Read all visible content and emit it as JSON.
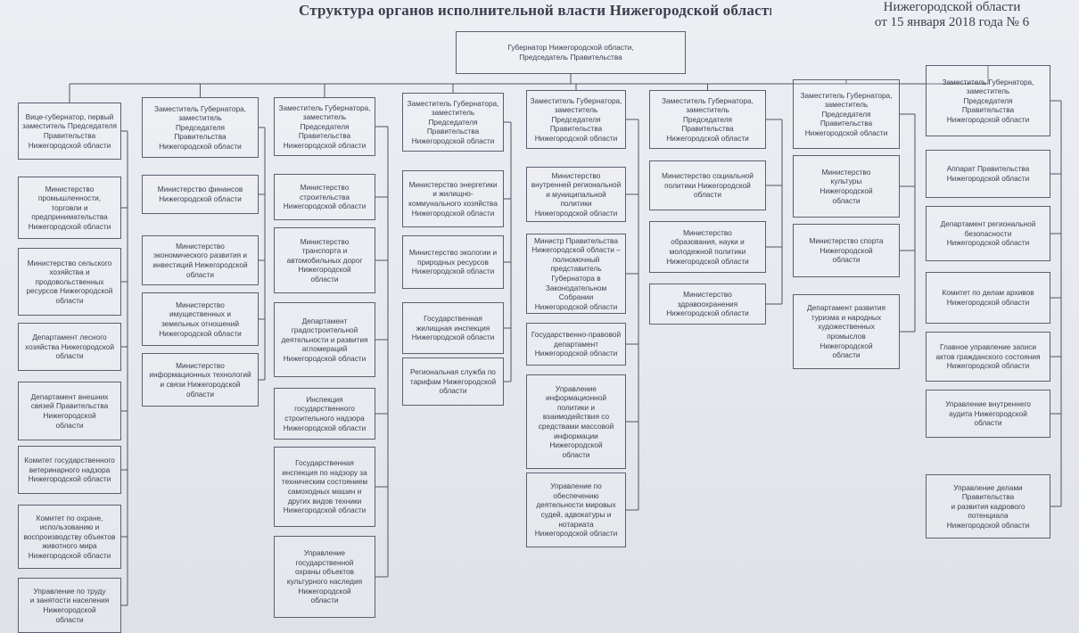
{
  "document": {
    "title": "Структура органов исполнительной власти Нижегородской области",
    "decree_line1": "Нижегородской области",
    "decree_line2": "от 15 января 2018 года № 6"
  },
  "governor": "Губернатор Нижегородской области,\nПредседатель Правительства",
  "columns": [
    {
      "head": "Вице-губернатор, первый\nзаместитель Председателя\nПравительства\nНижегородской области",
      "items": [
        "Министерство\nпромышленности,\nторговли и\nпредпринимательства\nНижегородской области",
        "Министерство сельского\nхозяйства и\nпродовольственных\nресурсов Нижегородской\nобласти",
        "Департамент лесного\nхозяйства Нижегородской\nобласти",
        "Департамент внешних\nсвязей Правительства\nНижегородской\nобласти",
        "Комитет государственного\nветеринарного надзора\nНижегородской области",
        "Комитет по охране,\nиспользованию и\nвоспроизводству объектов\nживотного мира\nНижегородской области",
        "Управление по труду\nи занятости населения\nНижегородской\nобласти"
      ]
    },
    {
      "head": "Заместитель Губернатора,\nзаместитель\nПредседателя\nПравительства\nНижегородской области",
      "items": [
        "Министерство финансов\nНижегородской области",
        "Министерство\nэкономического развития и\nинвестиций Нижегородской\nобласти",
        "Министерство\nимущественных и\nземельных отношений\nНижегородской области",
        "Министерство\nинформационных технологий\nи связи Нижегородской\nобласти"
      ]
    },
    {
      "head": "Заместитель Губернатора,\nзаместитель\nПредседателя\nПравительства\nНижегородской области",
      "items": [
        "Министерство\nстроительства\nНижегородской области",
        "Министерство\nтранспорта и\nавтомобильных дорог\nНижегородской\nобласти",
        "Департамент\nградостроительной\nдеятельности и развития\nагломераций\nНижегородской области",
        "Инспекция\nгосударственного\nстроительного надзора\nНижегородской области",
        "Государственная\nинспекция по надзору за\nтехническим состоянием\nсамоходных машин и\nдругих видов техники\nНижегородской области",
        "Управление\nгосударственной\nохраны объектов\nкультурного наследия\nНижегородской\nобласти"
      ]
    },
    {
      "head": "Заместитель Губернатора,\nзаместитель\nПредседателя\nПравительства\nНижегородской области",
      "items": [
        "Министерство энергетики\nи жилищно-\nкоммунального хозяйства\nНижегородской области",
        "Министерство экологии и\nприродных ресурсов\nНижегородской области",
        "Государственная\nжилищная инспекция\nНижегородской области",
        "Региональная служба по\nтарифам Нижегородской\nобласти"
      ]
    },
    {
      "head": "Заместитель Губернатора,\nзаместитель\nПредседателя\nПравительства\nНижегородской области",
      "items": [
        "Министерство\nвнутренней региональной\nи муниципальной\nполитики\nНижегородской области",
        "Министр Правительства\nНижегородской области –\nполномочный\nпредставитель\nГубернатора в\nЗаконодательном Собрании\nНижегородской области",
        "Государственно-правовой\nдепартамент\nНижегородской области",
        "Управление\nинформационной\nполитики и\nвзаимодействия со\nсредствами массовой\nинформации\nНижегородской\nобласти",
        "Управление по\nобеспечению\nдеятельности мировых\nсудей, адвокатуры и\nнотариата\nНижегородской области"
      ]
    },
    {
      "head": "Заместитель Губернатора,\nзаместитель\nПредседателя\nПравительства\nНижегородской области",
      "items": [
        "Министерство социальной\nполитики Нижегородской\nобласти",
        "Министерство\nобразования, науки и\nмолодежной политики\nНижегородской области",
        "Министерство\nздравоохранения\nНижегородской области"
      ]
    },
    {
      "head": "Заместитель Губернатора,\nзаместитель\nПредседателя\nПравительства\nНижегородской области",
      "items": [
        "Министерство\nкультуры\nНижегородской\nобласти",
        "Министерство спорта\nНижегородской\nобласти",
        "Департамент развития\nтуризма и народных\nхудожественных\nпромыслов\nНижегородской\nобласти"
      ]
    },
    {
      "head": "Заместитель Губернатора,\nзаместитель\nПредседателя\nПравительства\nНижегородской области",
      "items": [
        "Аппарат Правительства\nНижегородской области",
        "Департамент региональной\nбезопасности\nНижегородской области",
        "Комитет по делам архивов\nНижегородской области",
        "Главное управление записи\nактов гражданского состояния\nНижегородской области",
        "Управление внутреннего\nаудита Нижегородской\nобласти",
        "Управление делами\nПравительства\nи развития кадрового\nпотенциала\nНижегородской области"
      ]
    }
  ]
}
